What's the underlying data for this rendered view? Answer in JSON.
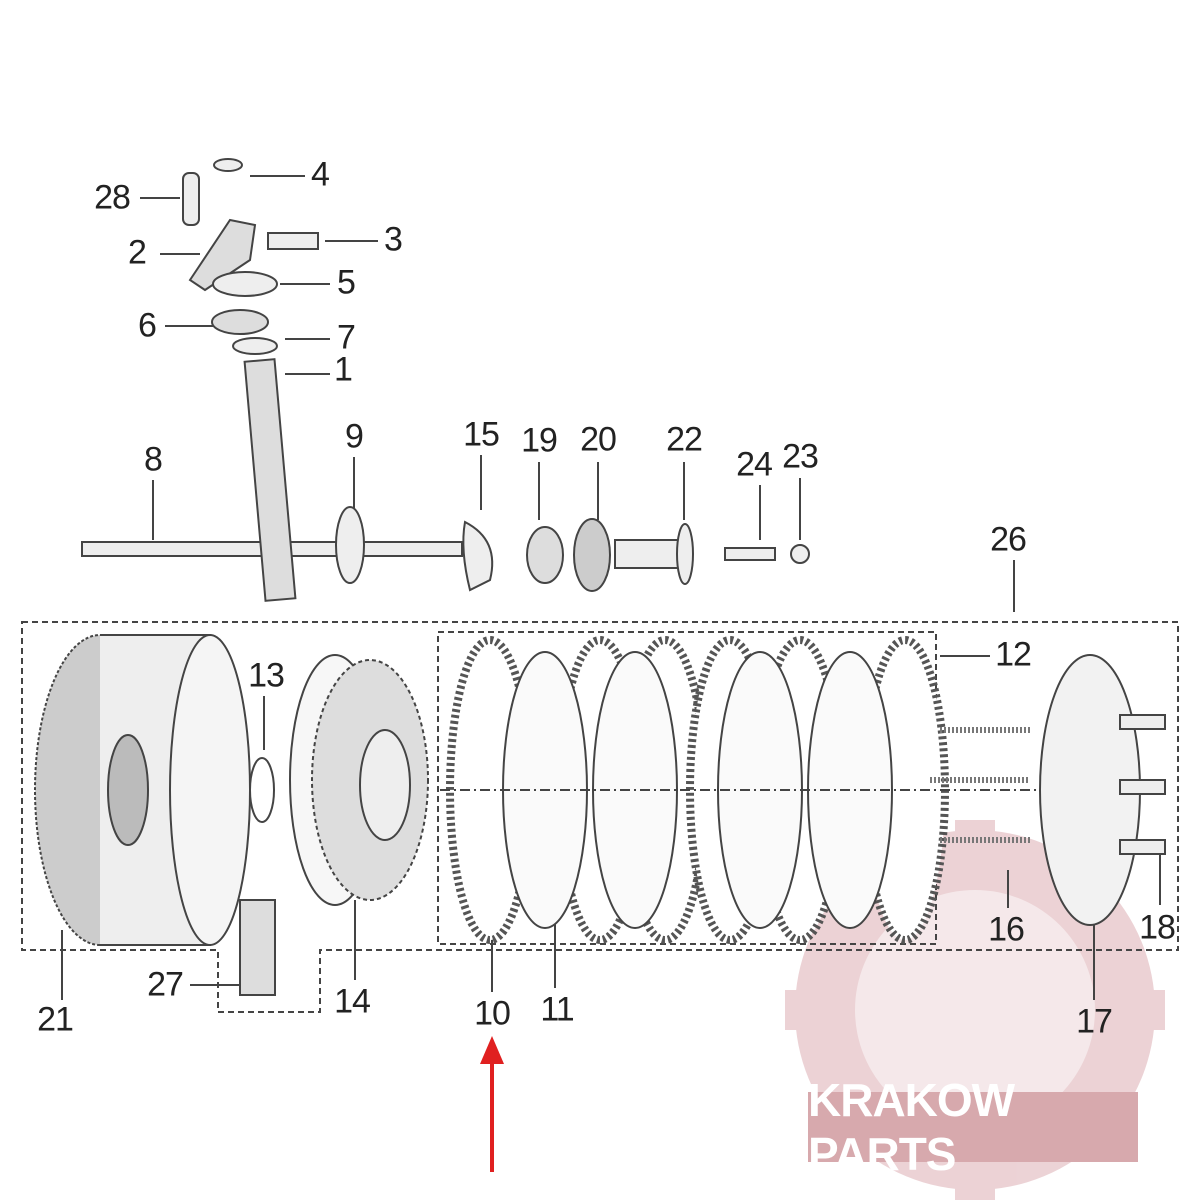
{
  "diagram": {
    "type": "exploded-parts-diagram",
    "part_labels": {
      "p1": "1",
      "p2": "2",
      "p3": "3",
      "p4": "4",
      "p5": "5",
      "p6": "6",
      "p7": "7",
      "p8": "8",
      "p9": "9",
      "p10": "10",
      "p11": "11",
      "p12": "12",
      "p13": "13",
      "p14": "14",
      "p15": "15",
      "p16": "16",
      "p17": "17",
      "p18": "18",
      "p19": "19",
      "p20": "20",
      "p21": "21",
      "p22": "22",
      "p23": "23",
      "p24": "24",
      "p26": "26",
      "p27": "27",
      "p28": "28"
    },
    "highlighted_part": "10",
    "arrow_color": "#e02020"
  },
  "watermark": {
    "text": "KRAKOW PARTS",
    "color": "#d7a9ad"
  }
}
